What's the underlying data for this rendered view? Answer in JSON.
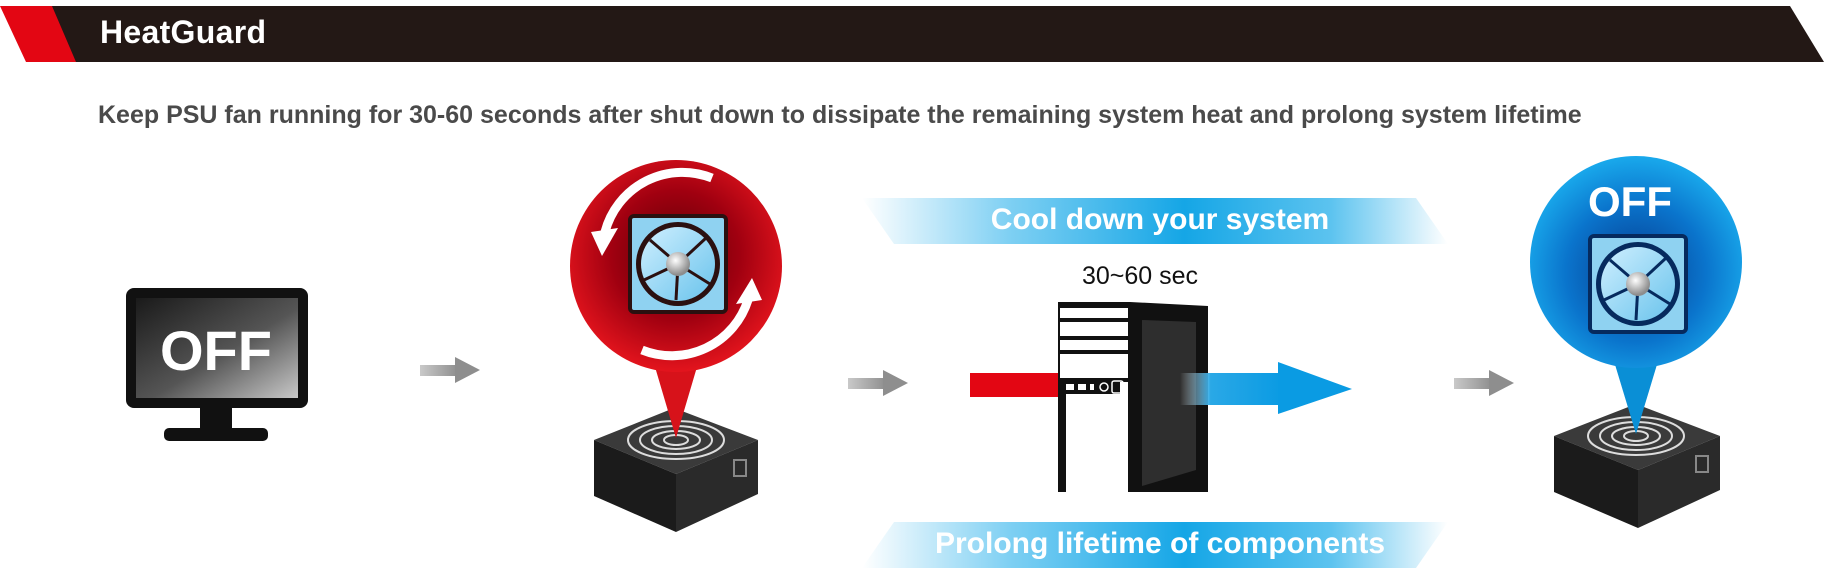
{
  "header": {
    "title": "HeatGuard",
    "accent_color": "#e30613",
    "bar_color": "#231815"
  },
  "subtitle": "Keep PSU fan running for 30-60 seconds after shut down to dissipate the remaining system heat and prolong system lifetime",
  "steps": {
    "monitor": {
      "label": "OFF"
    },
    "fan_running": {
      "icon": "spinning-fan-icon",
      "color": "#d7121a"
    },
    "cooldown": {
      "top_banner": "Cool down your system",
      "bottom_banner": "Prolong lifetime of components",
      "duration": "30~60 sec",
      "hot_color": "#e30613",
      "cool_color": "#009fe3"
    },
    "fan_off": {
      "label": "OFF",
      "color": "#0a8fd6"
    }
  }
}
